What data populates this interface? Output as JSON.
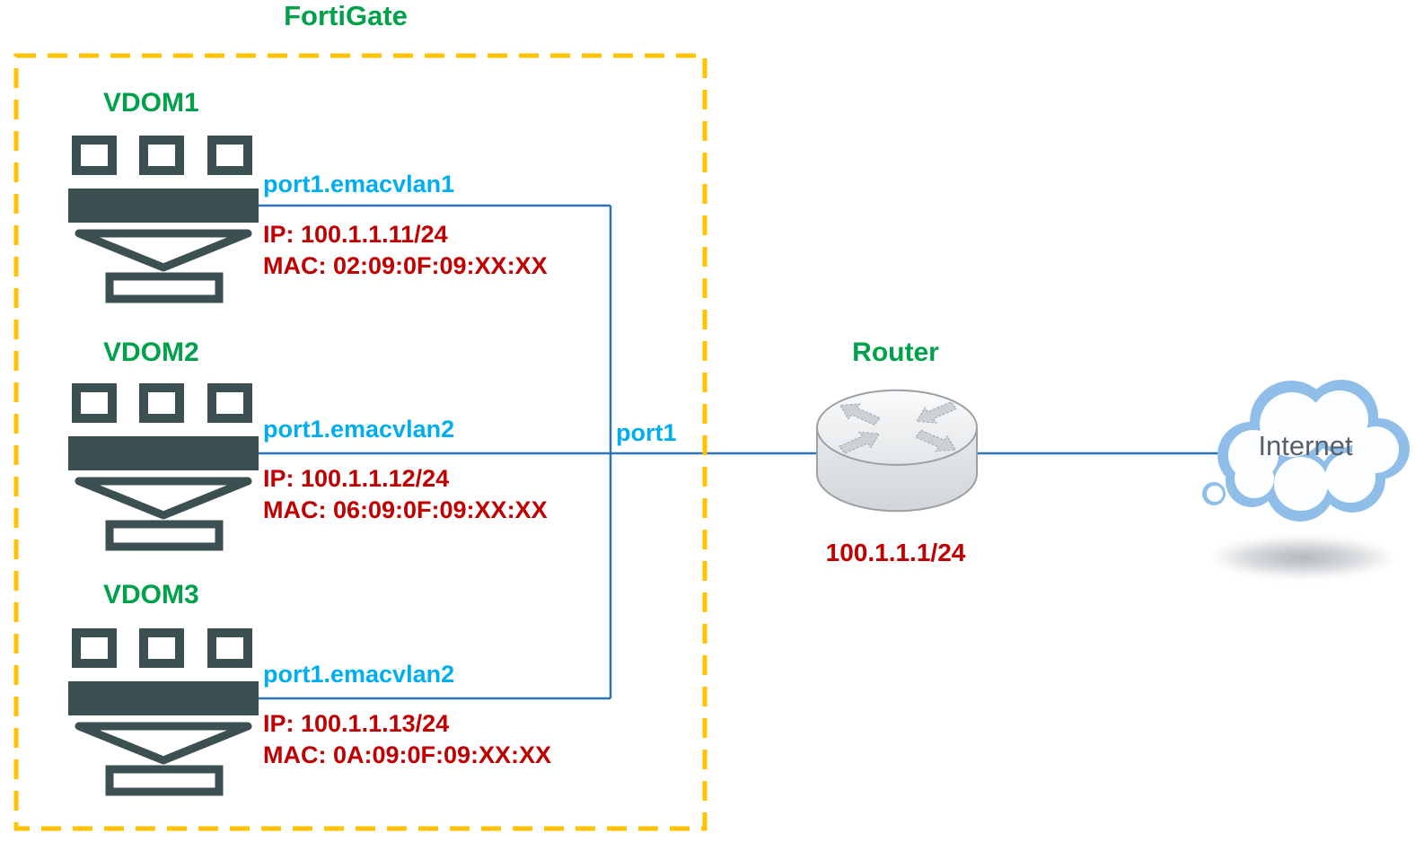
{
  "diagram": {
    "title": "FortiGate",
    "port_label": "port1",
    "vdoms": [
      {
        "name": "VDOM1",
        "interface": "port1.emacvlan1",
        "ip": "IP: 100.1.1.11/24",
        "mac": "MAC: 02:09:0F:09:XX:XX"
      },
      {
        "name": "VDOM2",
        "interface": "port1.emacvlan2",
        "ip": "IP: 100.1.1.12/24",
        "mac": "MAC: 06:09:0F:09:XX:XX"
      },
      {
        "name": "VDOM3",
        "interface": "port1.emacvlan2",
        "ip": "IP: 100.1.1.13/24",
        "mac": "MAC: 0A:09:0F:09:XX:XX"
      }
    ],
    "router": {
      "label": "Router",
      "ip": "100.1.1.1/24"
    },
    "internet": {
      "label": "Internet"
    },
    "colors": {
      "title_green": "#00A14B",
      "interface_cyan": "#00AEEF",
      "address_red": "#C00000",
      "boundary_orange": "#FFC200",
      "link_blue": "#2E74B5",
      "icon_dark": "#3C4F51"
    }
  }
}
